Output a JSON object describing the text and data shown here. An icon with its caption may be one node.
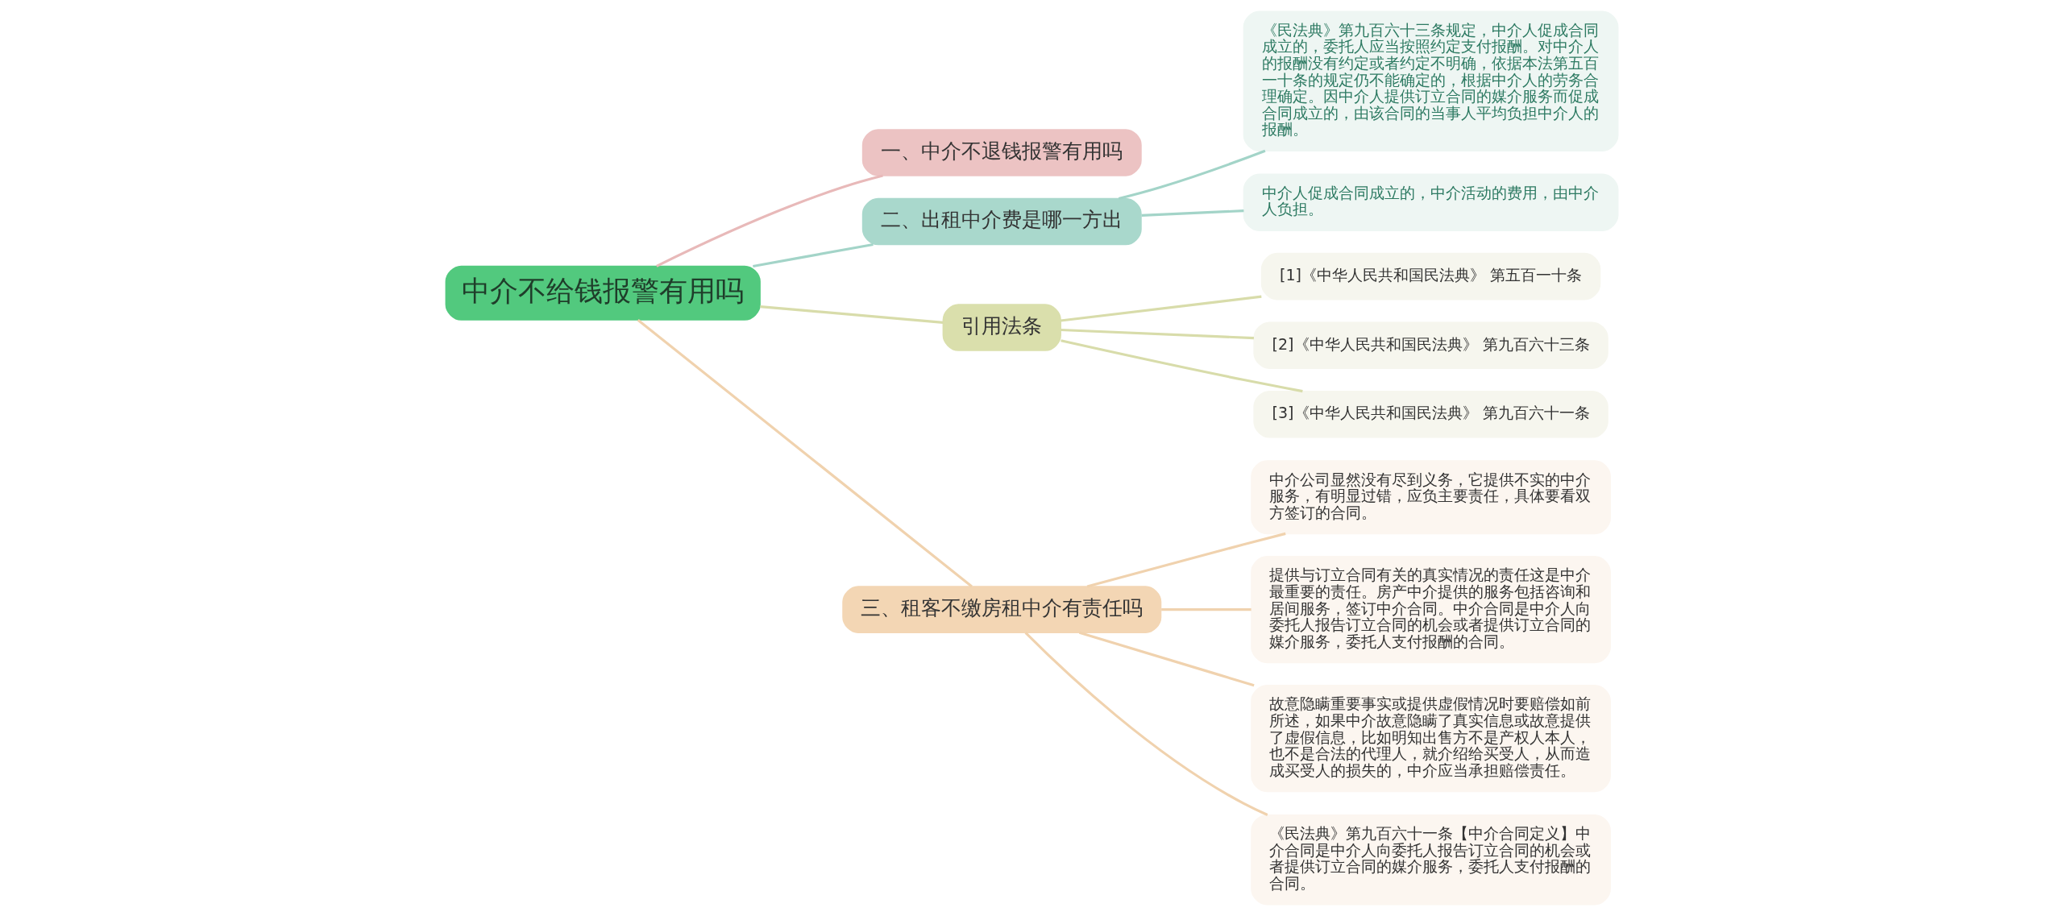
{
  "diagram": {
    "nodes": [
      {
        "text": [
          "中介不给钱报警有用吗"
        ]
      },
      {
        "text": [
          "一、中介不退钱报警有用吗"
        ]
      },
      {
        "text": [
          "二、出租中介费是哪一方出"
        ]
      },
      {
        "text": [
          "《民法典》第九百六十三条规定，中介人促成合同成立的，委托人应当按照约定支付报酬。对中介人的报酬没有约定或者约定不明确，依据本法第五百一十条的规定仍不能确定的，根据中介人的劳务合理确定。因中介人提供订立合同的媒介服务而促成合同成立的，由该合同的当事人平均负担中介人的报酬。"
        ]
      },
      {
        "text": [
          "中介人促成合同成立的，中介活动的费用，由中介人负担。"
        ]
      },
      {
        "text": [
          "引用法条"
        ]
      },
      {
        "text": [
          "[1]《中华人民共和国民法典》 第五百一十条"
        ]
      },
      {
        "text": [
          "[2]《中华人民共和国民法典》 第九百六十三条"
        ]
      },
      {
        "text": [
          "[3]《中华人民共和国民法典》 第九百六十一条"
        ]
      },
      {
        "text": [
          "三、租客不缴房租中介有责任吗"
        ]
      },
      {
        "text": [
          "中介公司显然没有尽到义务，它提供不实的中介服务，有明显过错，应负主要责任，具体要看双方签订的合同。"
        ]
      },
      {
        "text": [
          "提供与订立合同有关的真实情况的责任这是中介最重要的责任。房产中介提供的服务包括咨询和居间服务，签订中介合同。中介合同是中介人向委托人报告订立合同的机会或者提供订立合同的媒介服务，委托人支付报酬的合同。"
        ]
      },
      {
        "text": [
          "故意隐瞒重要事实或提供虚假情况时要赔偿如前所述，如果中介故意隐瞒了真实信息或故意提供了虚假信息，比如明知出售方不是产权人本人，也不是合法的代理人，就介绍给买受人，从而造成买受人的损失的，中介应当承担赔偿责任。"
        ]
      },
      {
        "text": [
          "《民法典》第九百六十一条【中介合同定义】中介合同是中介人向委托人报告订立合同的机会或者提供订立合同的媒介服务，委托人支付报酬的合同。"
        ]
      }
    ],
    "edges": [
      {
        "from": 0,
        "to": 1,
        "arrow": "none",
        "color": "#e8b9b9"
      },
      {
        "from": 0,
        "to": 2,
        "arrow": "none",
        "color": "#a3d4c8"
      },
      {
        "from": 2,
        "to": 3,
        "arrow": "none",
        "color": "#a3d4c8"
      },
      {
        "from": 2,
        "to": 4,
        "arrow": "none",
        "color": "#a3d4c8"
      },
      {
        "from": 0,
        "to": 5,
        "arrow": "none",
        "color": "#d8dcaa"
      },
      {
        "from": 5,
        "to": 6,
        "arrow": "none",
        "color": "#d8dcaa"
      },
      {
        "from": 5,
        "to": 7,
        "arrow": "none",
        "color": "#d8dcaa"
      },
      {
        "from": 5,
        "to": 8,
        "arrow": "none",
        "color": "#d8dcaa"
      },
      {
        "from": 0,
        "to": 9,
        "arrow": "none",
        "color": "#f0d2ae"
      },
      {
        "from": 9,
        "to": 10,
        "arrow": "none",
        "color": "#f0d2ae"
      },
      {
        "from": 9,
        "to": 11,
        "arrow": "none",
        "color": "#f0d2ae"
      },
      {
        "from": 9,
        "to": 12,
        "arrow": "none",
        "color": "#f0d2ae"
      },
      {
        "from": 9,
        "to": 13,
        "arrow": "none",
        "color": "#f0d2ae"
      }
    ]
  }
}
